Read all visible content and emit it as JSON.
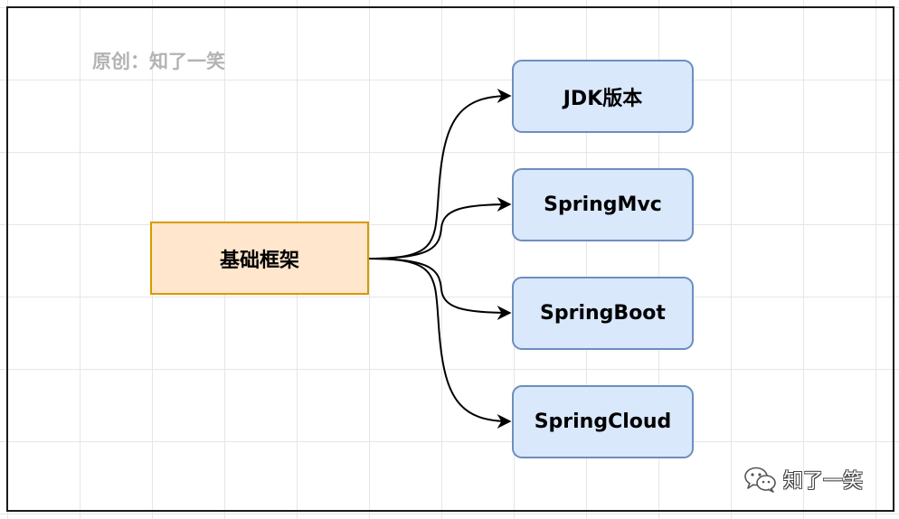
{
  "author_label": "原创：知了一笑",
  "root": {
    "label": "基础框架"
  },
  "children": [
    {
      "label": "JDK版本"
    },
    {
      "label": "SpringMvc"
    },
    {
      "label": "SpringBoot"
    },
    {
      "label": "SpringCloud"
    }
  ],
  "colors": {
    "root_fill": "#ffe6cc",
    "root_border": "#d79b00",
    "child_fill": "#dae8fc",
    "child_border": "#6c8ebf",
    "edge": "#000000",
    "author_label": "#b3b3b3"
  },
  "watermark": {
    "icon": "wechat-icon",
    "text": "知了一笑"
  }
}
